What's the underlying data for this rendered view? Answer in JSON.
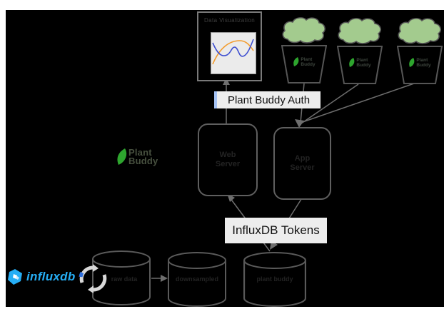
{
  "visualization": {
    "title": "Data Visualization",
    "line_colors": {
      "orange": "#f39c2d",
      "blue": "#3d4ed0"
    }
  },
  "labels": {
    "auth": "Plant Buddy Auth",
    "tokens": "InfluxDB Tokens"
  },
  "brand": {
    "plantbuddy": {
      "line1": "Plant",
      "line2": "Buddy",
      "leaf_color": "#2ea52e",
      "text_color": "#47503f"
    },
    "influxdb": {
      "text": "influxdb",
      "color": "#26aef5"
    }
  },
  "devices": [
    {
      "line1": "Plant",
      "line2": "Buddy"
    },
    {
      "line1": "Plant",
      "line2": "Buddy"
    },
    {
      "line1": "Plant",
      "line2": "Buddy"
    }
  ],
  "servers": {
    "left": {
      "line1": "Web",
      "line2": "Server"
    },
    "right": {
      "line1": "App",
      "line2": "Server"
    }
  },
  "databases": [
    {
      "label": "raw data"
    },
    {
      "label": "downsampled"
    },
    {
      "label": "plant buddy"
    }
  ],
  "palette": {
    "background": "#000000",
    "connector": "#6e6e6e",
    "label_bg": "#ededed",
    "auth_accent": "#a4c2f4",
    "cloud_fill": "#a3cb8e"
  }
}
